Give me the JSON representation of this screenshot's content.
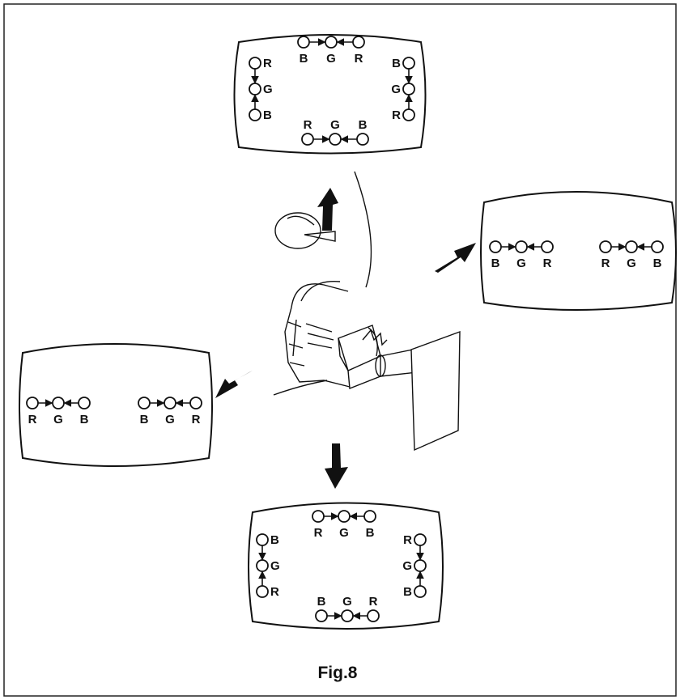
{
  "caption": "Fig.8",
  "screens": [
    {
      "id": "top",
      "groups": [
        {
          "side": "top",
          "labels": [
            "B",
            "G",
            "R"
          ]
        },
        {
          "side": "bottom",
          "labels": [
            "R",
            "G",
            "B"
          ]
        },
        {
          "side": "left",
          "labels": [
            "R",
            "G",
            "B"
          ]
        },
        {
          "side": "right",
          "labels": [
            "B",
            "G",
            "R"
          ]
        }
      ]
    },
    {
      "id": "right",
      "groups": [
        {
          "side": "left",
          "labels": [
            "B",
            "G",
            "R"
          ]
        },
        {
          "side": "right",
          "labels": [
            "R",
            "G",
            "B"
          ]
        }
      ]
    },
    {
      "id": "left",
      "groups": [
        {
          "side": "left",
          "labels": [
            "R",
            "G",
            "B"
          ]
        },
        {
          "side": "right",
          "labels": [
            "B",
            "G",
            "R"
          ]
        }
      ]
    },
    {
      "id": "bottom",
      "groups": [
        {
          "side": "top",
          "labels": [
            "R",
            "G",
            "B"
          ]
        },
        {
          "side": "bottom",
          "labels": [
            "B",
            "G",
            "R"
          ]
        },
        {
          "side": "left",
          "labels": [
            "B",
            "G",
            "R"
          ]
        },
        {
          "side": "right",
          "labels": [
            "R",
            "G",
            "B"
          ]
        }
      ]
    }
  ]
}
